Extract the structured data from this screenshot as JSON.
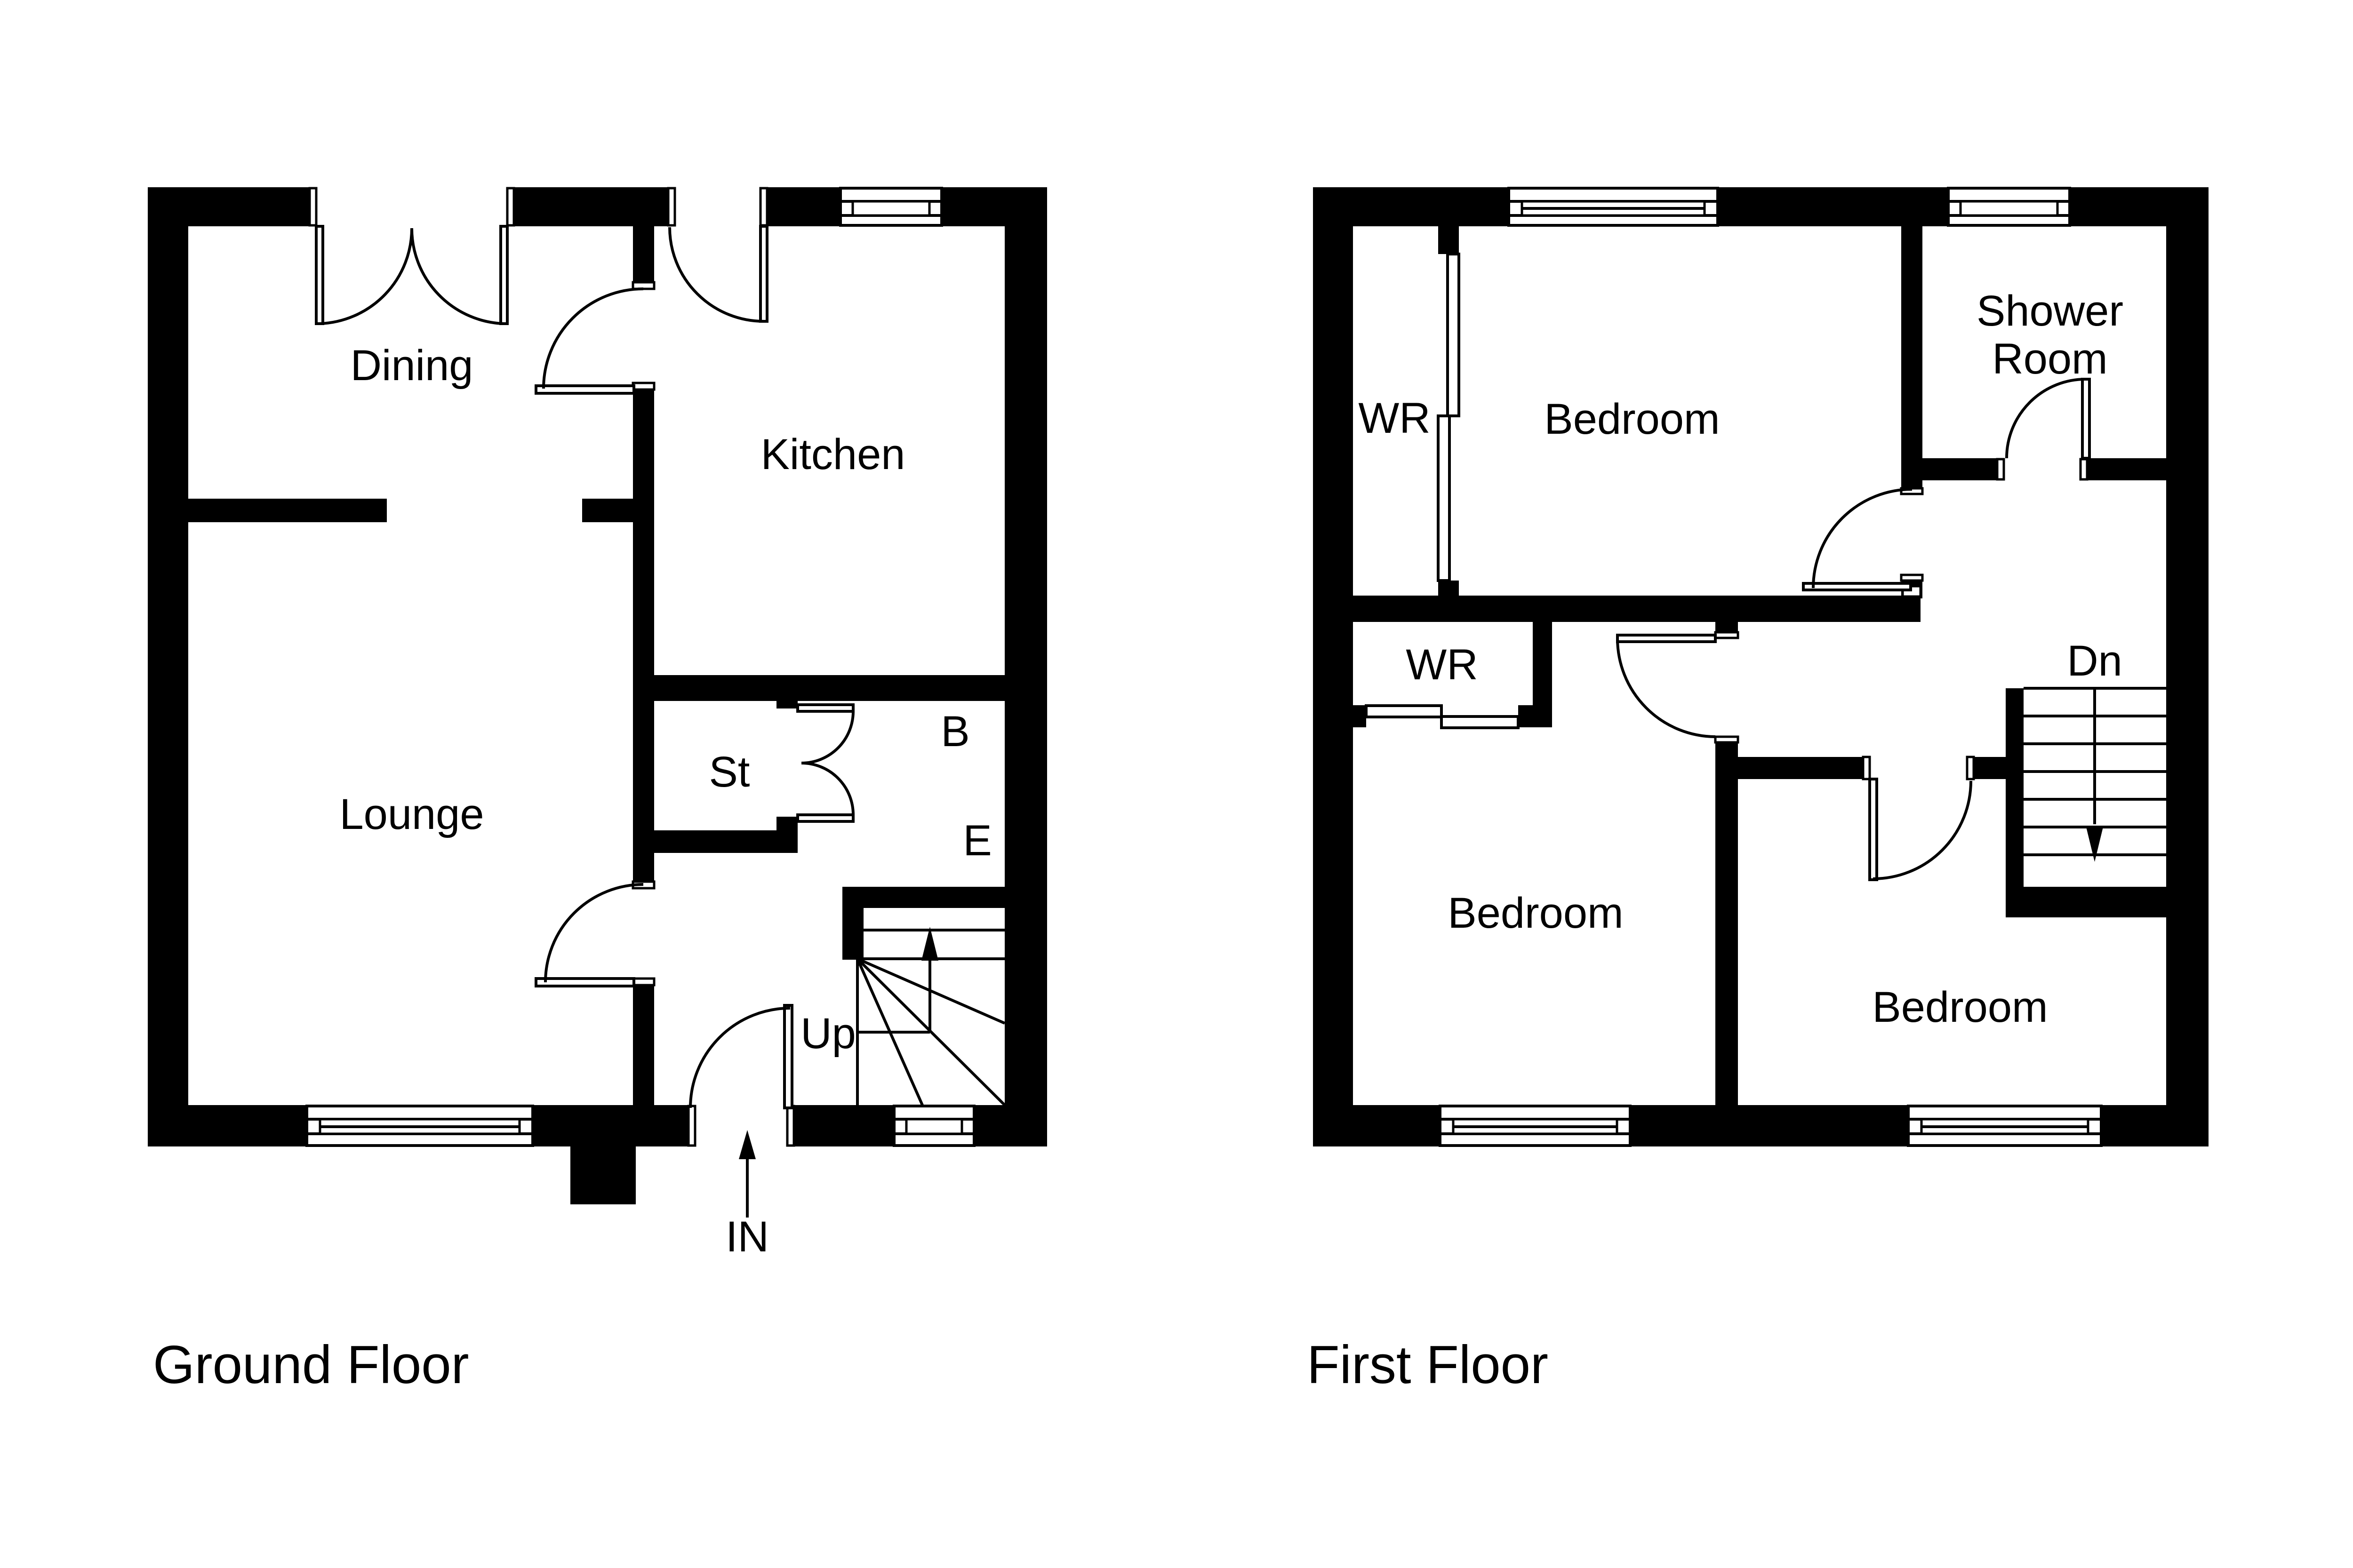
{
  "canvas": {
    "background": "#ffffff",
    "ink": "#000000"
  },
  "ground_floor": {
    "title": "Ground Floor",
    "labels": {
      "dining": "Dining",
      "kitchen": "Kitchen",
      "lounge": "Lounge",
      "store": "St",
      "b": "B",
      "e": "E",
      "up": "Up",
      "entrance": "IN"
    }
  },
  "first_floor": {
    "title": "First Floor",
    "labels": {
      "wr_top": "WR",
      "bedroom_top": "Bedroom",
      "shower_line1": "Shower",
      "shower_line2": "Room",
      "wr_mid": "WR",
      "dn": "Dn",
      "bedroom_left": "Bedroom",
      "bedroom_right": "Bedroom"
    }
  }
}
